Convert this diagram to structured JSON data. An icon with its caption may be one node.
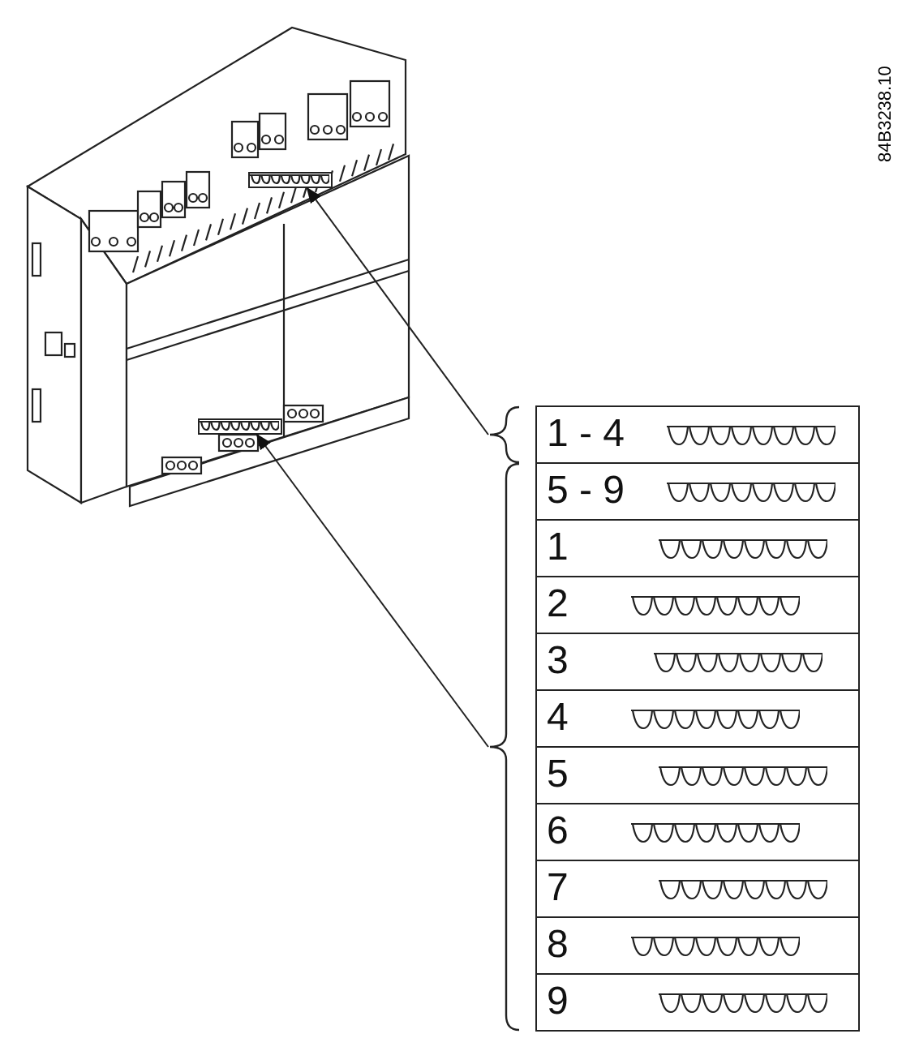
{
  "diagram": {
    "nodes": [
      {
        "text": [],
        "shape": "box"
      },
      {
        "text": [],
        "shape": "box"
      },
      {
        "text": [
          "1 - 4"
        ]
      },
      {
        "text": [],
        "shape": "bracket"
      },
      {
        "text": [
          "5 - 9"
        ],
        "in": 3
      },
      {
        "text": [
          "1"
        ],
        "in": 3
      },
      {
        "text": [
          "2"
        ],
        "in": 3
      },
      {
        "text": [
          "3"
        ],
        "in": 3
      },
      {
        "text": [
          "4"
        ],
        "in": 3
      },
      {
        "text": [
          "5"
        ],
        "in": 3
      },
      {
        "text": [
          "6"
        ],
        "in": 3
      },
      {
        "text": [
          "7"
        ],
        "in": 3
      },
      {
        "text": [
          "8"
        ],
        "in": 3
      },
      {
        "text": [
          "9"
        ],
        "in": 3
      }
    ],
    "edges": [
      {
        "from": 2,
        "to": 0,
        "arrow": "to"
      },
      {
        "from": 3,
        "to": 1,
        "arrow": "to"
      }
    ],
    "labels": [
      "84B3238.10"
    ]
  }
}
